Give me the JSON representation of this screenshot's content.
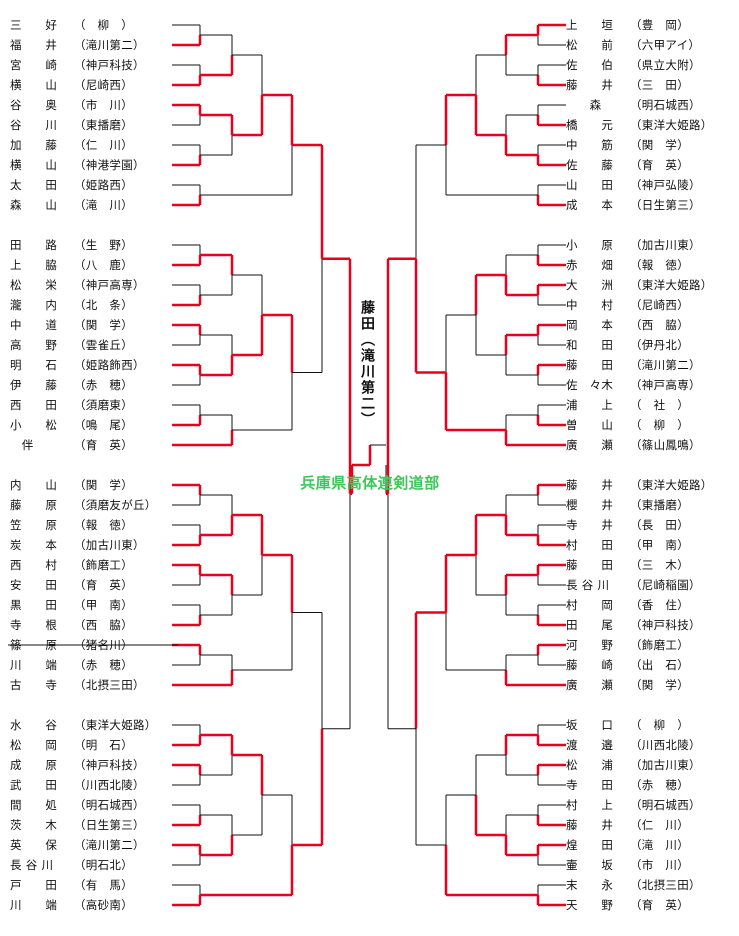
{
  "champion": "藤田（滝川第二）",
  "organizer": "兵庫県高体連剣道部",
  "colors": {
    "winner_line": "#e8001c",
    "line": "#111111",
    "organizer": "#3cc85a"
  },
  "left": [
    {
      "name": "三　　好",
      "school": "（　柳　）"
    },
    {
      "name": "福　　井",
      "school": "（滝川第二）"
    },
    {
      "name": "宮　　崎",
      "school": "（神戸科技）"
    },
    {
      "name": "横　　山",
      "school": "（尼崎西）"
    },
    {
      "name": "谷　　奥",
      "school": "（市　川）"
    },
    {
      "name": "谷　　川",
      "school": "（東播磨）"
    },
    {
      "name": "加　　藤",
      "school": "（仁　川）"
    },
    {
      "name": "横　　山",
      "school": "（神港学園）"
    },
    {
      "name": "太　　田",
      "school": "（姫路西）"
    },
    {
      "name": "森　　山",
      "school": "（滝　川）"
    },
    {
      "name": "田　　路",
      "school": "（生　野）"
    },
    {
      "name": "上　　脇",
      "school": "（八　鹿）"
    },
    {
      "name": "松　　栄",
      "school": "（神戸高専）"
    },
    {
      "name": "瀧　　内",
      "school": "（北　条）"
    },
    {
      "name": "中　　道",
      "school": "（関　学）"
    },
    {
      "name": "高　　野",
      "school": "（雲雀丘）"
    },
    {
      "name": "明　　石",
      "school": "（姫路飾西）"
    },
    {
      "name": "伊　　藤",
      "school": "（赤　穂）"
    },
    {
      "name": "西　　田",
      "school": "（須磨東）"
    },
    {
      "name": "小　　松",
      "school": "（鳴　尾）"
    },
    {
      "name": "　伴",
      "school": "（育　英）"
    },
    {
      "name": "内　　山",
      "school": "（関　学）"
    },
    {
      "name": "藤　　原",
      "school": "（須磨友が丘）"
    },
    {
      "name": "笠　　原",
      "school": "（報　徳）"
    },
    {
      "name": "炭　　本",
      "school": "（加古川東）"
    },
    {
      "name": "西　　村",
      "school": "（飾磨工）"
    },
    {
      "name": "安　　田",
      "school": "（育　英）"
    },
    {
      "name": "黒　　田",
      "school": "（甲　南）"
    },
    {
      "name": "寺　　根",
      "school": "（西　脇）"
    },
    {
      "name": "篠　　原",
      "school": "（猪名川）"
    },
    {
      "name": "川　　端",
      "school": "（赤　穂）"
    },
    {
      "name": "古　　寺",
      "school": "（北摂三田）"
    },
    {
      "name": "水　　谷",
      "school": "（東洋大姫路）"
    },
    {
      "name": "松　　岡",
      "school": "（明　石）"
    },
    {
      "name": "成　　原",
      "school": "（神戸科技）"
    },
    {
      "name": "武　　田",
      "school": "（川西北陵）"
    },
    {
      "name": "間　　処",
      "school": "（明石城西）"
    },
    {
      "name": "茨　　木",
      "school": "（日生第三）"
    },
    {
      "name": "英　　保",
      "school": "（滝川第二）"
    },
    {
      "name": "長 谷 川",
      "school": "（明石北）"
    },
    {
      "name": "戸　　田",
      "school": "（有　馬）"
    },
    {
      "name": "川　　端",
      "school": "（高砂南）"
    }
  ],
  "right": [
    {
      "name": "上　　垣",
      "school": "（豊　岡）"
    },
    {
      "name": "松　　前",
      "school": "（六甲アイ）"
    },
    {
      "name": "佐　　伯",
      "school": "（県立大附）"
    },
    {
      "name": "藤　　井",
      "school": "（三　田）"
    },
    {
      "name": "　　森",
      "school": "（明石城西）"
    },
    {
      "name": "橋　　元",
      "school": "（東洋大姫路）"
    },
    {
      "name": "中　　筋",
      "school": "（関　学）"
    },
    {
      "name": "佐　　藤",
      "school": "（育　英）"
    },
    {
      "name": "山　　田",
      "school": "（神戸弘陵）"
    },
    {
      "name": "成　　本",
      "school": "（日生第三）"
    },
    {
      "name": "小　　原",
      "school": "（加古川東）"
    },
    {
      "name": "赤　　畑",
      "school": "（報　徳）"
    },
    {
      "name": "大　　洲",
      "school": "（東洋大姫路）"
    },
    {
      "name": "中　　村",
      "school": "（尼崎西）"
    },
    {
      "name": "岡　　本",
      "school": "（西　脇）"
    },
    {
      "name": "和　　田",
      "school": "（伊丹北）"
    },
    {
      "name": "藤　　田",
      "school": "（滝川第二）"
    },
    {
      "name": "佐　々木",
      "school": "（神戸高専）"
    },
    {
      "name": "浦　　上",
      "school": "（　社　）"
    },
    {
      "name": "曽　　山",
      "school": "（　柳　）"
    },
    {
      "name": "廣　　瀬",
      "school": "（篠山鳳鳴）"
    },
    {
      "name": "藤　　井",
      "school": "（東洋大姫路）"
    },
    {
      "name": "櫻　　井",
      "school": "（東播磨）"
    },
    {
      "name": "寺　　井",
      "school": "（長　田）"
    },
    {
      "name": "村　　田",
      "school": "（甲　南）"
    },
    {
      "name": "藤　　田",
      "school": "（三　木）"
    },
    {
      "name": "長 谷 川",
      "school": "（尼崎稲園）"
    },
    {
      "name": "村　　岡",
      "school": "（香　住）"
    },
    {
      "name": "田　　尾",
      "school": "（神戸科技）"
    },
    {
      "name": "河　　野",
      "school": "（飾磨工）"
    },
    {
      "name": "藤　　崎",
      "school": "（出　石）"
    },
    {
      "name": "廣　　瀬",
      "school": "（関　学）"
    },
    {
      "name": "坂　　口",
      "school": "（　柳　）"
    },
    {
      "name": "渡　　邉",
      "school": "（川西北陵）"
    },
    {
      "name": "松　　浦",
      "school": "（加古川東）"
    },
    {
      "name": "寺　　田",
      "school": "（赤　穂）"
    },
    {
      "name": "村　　上",
      "school": "（明石城西）"
    },
    {
      "name": "藤　　井",
      "school": "（仁　川）"
    },
    {
      "name": "煌　　田",
      "school": "（滝　川）"
    },
    {
      "name": "壷　　坂",
      "school": "（市　川）"
    },
    {
      "name": "末　　永",
      "school": "（北摂三田）"
    },
    {
      "name": "天　　野",
      "school": "（育　英）"
    }
  ]
}
